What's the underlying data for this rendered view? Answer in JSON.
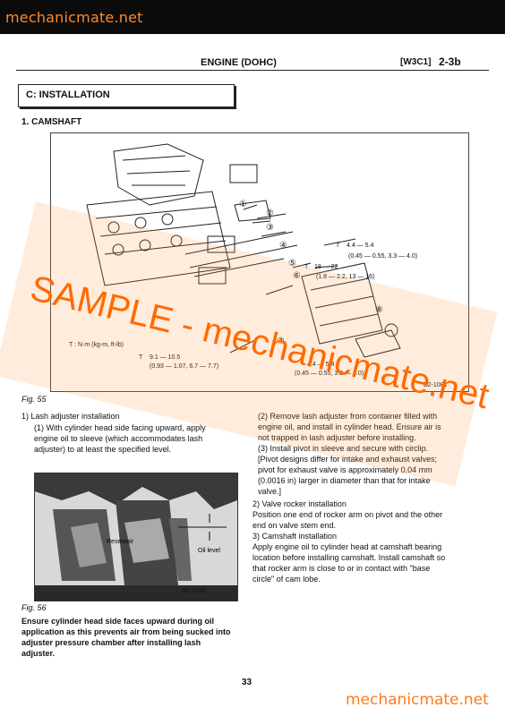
{
  "watermark": {
    "top": "mechanicmate.net",
    "center": "SAMPLE - mechanicmate.net",
    "bottom": "mechanicmate.net"
  },
  "header": {
    "title": "ENGINE (DOHC)",
    "code": "[W3C1]",
    "page": "2-3b"
  },
  "section": {
    "title": "C: INSTALLATION"
  },
  "subsection": {
    "title": "1. CAMSHAFT"
  },
  "figure55": {
    "caption": "Fig. 55",
    "id": "B2-1081",
    "callouts": [
      "①",
      "②",
      "③",
      "④",
      "⑤",
      "⑥",
      "⑦",
      "⑧"
    ],
    "torque_units": "T : N·m (kg-m, ft-lb)",
    "torque_1": {
      "t": "T",
      "value": "4.4 — 5.4",
      "alt": "(0.45 — 0.55, 3.3 — 4.0)"
    },
    "torque_2": {
      "t": "T",
      "value": "18 — 22",
      "alt": "(1.8 — 2.2, 13 — 16)"
    },
    "torque_3": {
      "t": "T",
      "value": "9.1 — 10.5",
      "alt": "(0.93 — 1.07, 6.7 — 7.7)"
    },
    "torque_4": {
      "value": "4.4 — 5.4",
      "alt": "(0.45 — 0.55, 3.3 — 4.0)"
    }
  },
  "left_col": {
    "step1_title": "1) Lash adjuster installation",
    "step1_1": [
      "(1) With cylinder head side facing upward, apply",
      "engine oil to sleeve (which accommodates lash",
      "adjuster) to at least the specified level."
    ]
  },
  "figure56": {
    "caption": "Fig. 56",
    "id": "B2-1085",
    "labels": {
      "oil_level": "Oil level",
      "reservoir": "Reservoir"
    },
    "note": [
      "Ensure cylinder head side faces upward during oil",
      "application as this prevents air from being sucked into",
      "adjuster pressure chamber after installing lash",
      "adjuster."
    ]
  },
  "right_col": {
    "step2": [
      "(2) Remove lash adjuster from container filled with",
      "engine oil, and install in cylinder head. Ensure air is",
      "not trapped in lash adjuster before installing."
    ],
    "step3": [
      "(3) Install pivot in sleeve and secure with circlip.",
      "[Pivot designs differ for intake and exhaust valves;",
      "pivot for exhaust valve is approximately 0.04 mm",
      "(0.0016 in) larger in diameter than that for intake",
      "valve.]"
    ],
    "valve_rocker_title": "2) Valve rocker installation",
    "valve_rocker": [
      "Position one end of rocker arm on pivot and the other",
      "end on valve stem end."
    ],
    "camshaft_title": "3) Camshaft installation",
    "camshaft": [
      "Apply engine oil to cylinder head at camshaft bearing",
      "location before installing camshaft. Install camshaft so",
      "that rocker arm is close to or in contact with \"base",
      "circle\" of cam lobe."
    ]
  },
  "footer": {
    "page_number": "33"
  }
}
